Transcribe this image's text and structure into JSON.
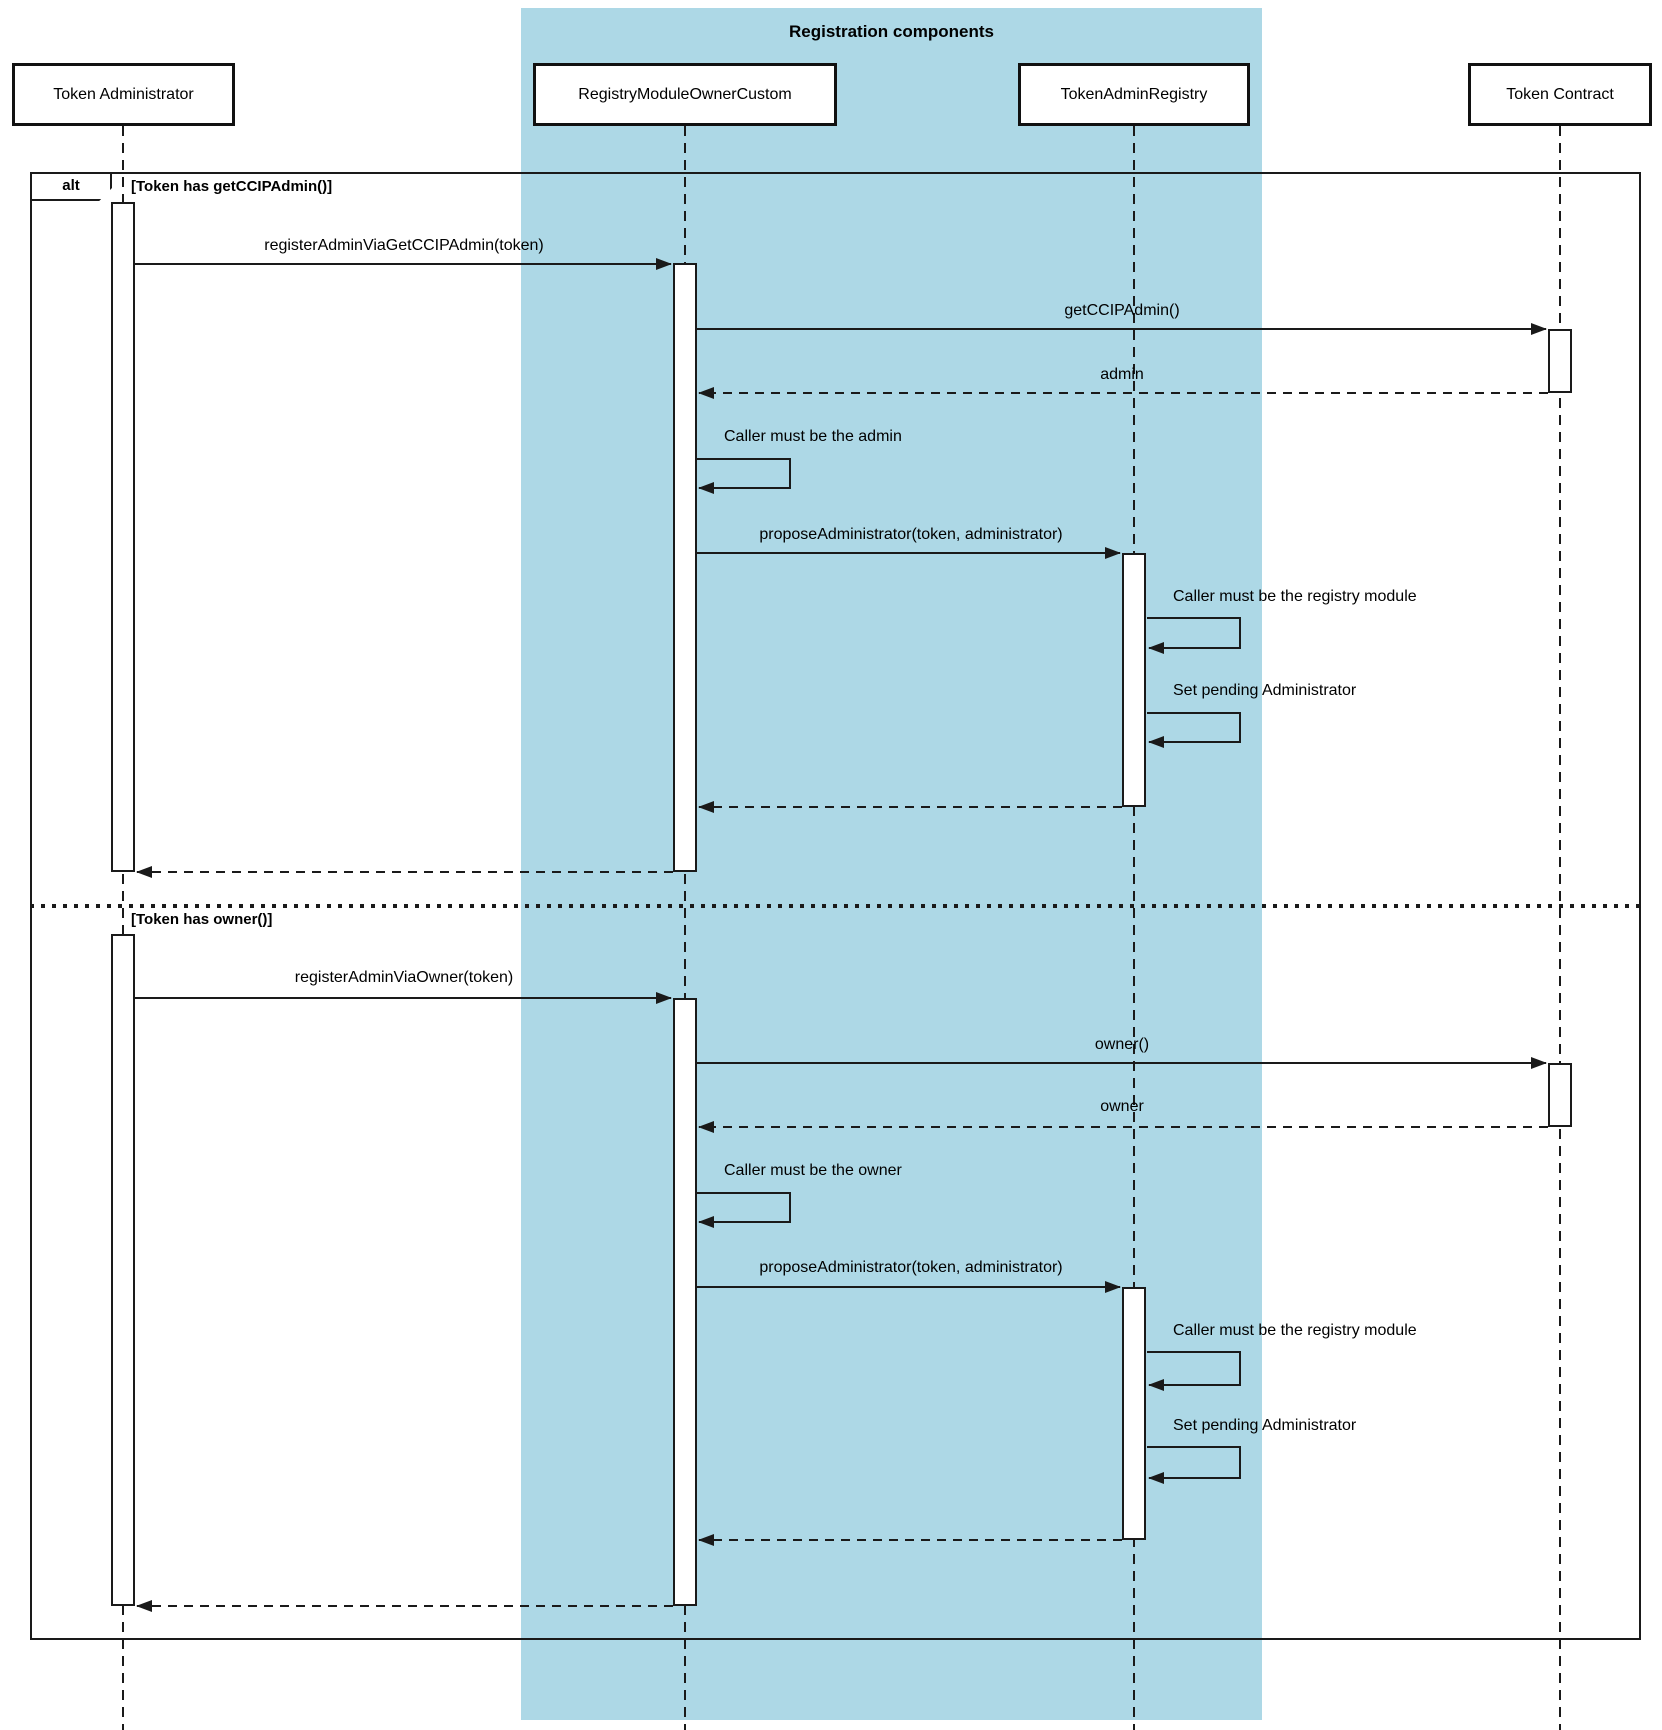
{
  "diagram": {
    "type": "sequence",
    "group": {
      "title": "Registration components"
    },
    "participants": [
      {
        "id": "token-administrator",
        "label": "Token Administrator"
      },
      {
        "id": "registry-module-owner-custom",
        "label": "RegistryModuleOwnerCustom"
      },
      {
        "id": "token-admin-registry",
        "label": "TokenAdminRegistry"
      },
      {
        "id": "token-contract",
        "label": "Token Contract"
      }
    ],
    "frame": {
      "operator": "alt",
      "guards": [
        "[Token has getCCIPAdmin()]",
        "[Token has owner()]"
      ]
    },
    "messages": {
      "m1": {
        "from": "Token Administrator",
        "to": "RegistryModuleOwnerCustom",
        "type": "call",
        "label": "registerAdminViaGetCCIPAdmin(token)"
      },
      "m2": {
        "from": "RegistryModuleOwnerCustom",
        "to": "Token Contract",
        "type": "call",
        "label": "getCCIPAdmin()"
      },
      "m3": {
        "from": "Token Contract",
        "to": "RegistryModuleOwnerCustom",
        "type": "return",
        "label": "admin"
      },
      "m4": {
        "on": "RegistryModuleOwnerCustom",
        "type": "self",
        "label": "Caller must be the admin"
      },
      "m5": {
        "from": "RegistryModuleOwnerCustom",
        "to": "TokenAdminRegistry",
        "type": "call",
        "label": "proposeAdministrator(token, administrator)"
      },
      "m6": {
        "on": "TokenAdminRegistry",
        "type": "self",
        "label": "Caller must be the registry module"
      },
      "m7": {
        "on": "TokenAdminRegistry",
        "type": "self",
        "label": "Set pending Administrator"
      },
      "m8": {
        "from": "TokenAdminRegistry",
        "to": "RegistryModuleOwnerCustom",
        "type": "return",
        "label": ""
      },
      "m9": {
        "from": "RegistryModuleOwnerCustom",
        "to": "Token Administrator",
        "type": "return",
        "label": ""
      },
      "m10": {
        "from": "Token Administrator",
        "to": "RegistryModuleOwnerCustom",
        "type": "call",
        "label": "registerAdminViaOwner(token)"
      },
      "m11": {
        "from": "RegistryModuleOwnerCustom",
        "to": "Token Contract",
        "type": "call",
        "label": "owner()"
      },
      "m12": {
        "from": "Token Contract",
        "to": "RegistryModuleOwnerCustom",
        "type": "return",
        "label": "owner"
      },
      "m13": {
        "on": "RegistryModuleOwnerCustom",
        "type": "self",
        "label": "Caller must be the owner"
      },
      "m14": {
        "from": "RegistryModuleOwnerCustom",
        "to": "TokenAdminRegistry",
        "type": "call",
        "label": "proposeAdministrator(token, administrator)"
      },
      "m15": {
        "on": "TokenAdminRegistry",
        "type": "self",
        "label": "Caller must be the registry module"
      },
      "m16": {
        "on": "TokenAdminRegistry",
        "type": "self",
        "label": "Set pending Administrator"
      },
      "m17": {
        "from": "TokenAdminRegistry",
        "to": "RegistryModuleOwnerCustom",
        "type": "return",
        "label": ""
      },
      "m18": {
        "from": "RegistryModuleOwnerCustom",
        "to": "Token Administrator",
        "type": "return",
        "label": ""
      }
    },
    "colors": {
      "group_fill": "#ADD8E6",
      "line": "#1A1A1A",
      "box_fill": "#FFFFFF",
      "text": "#000000"
    }
  }
}
